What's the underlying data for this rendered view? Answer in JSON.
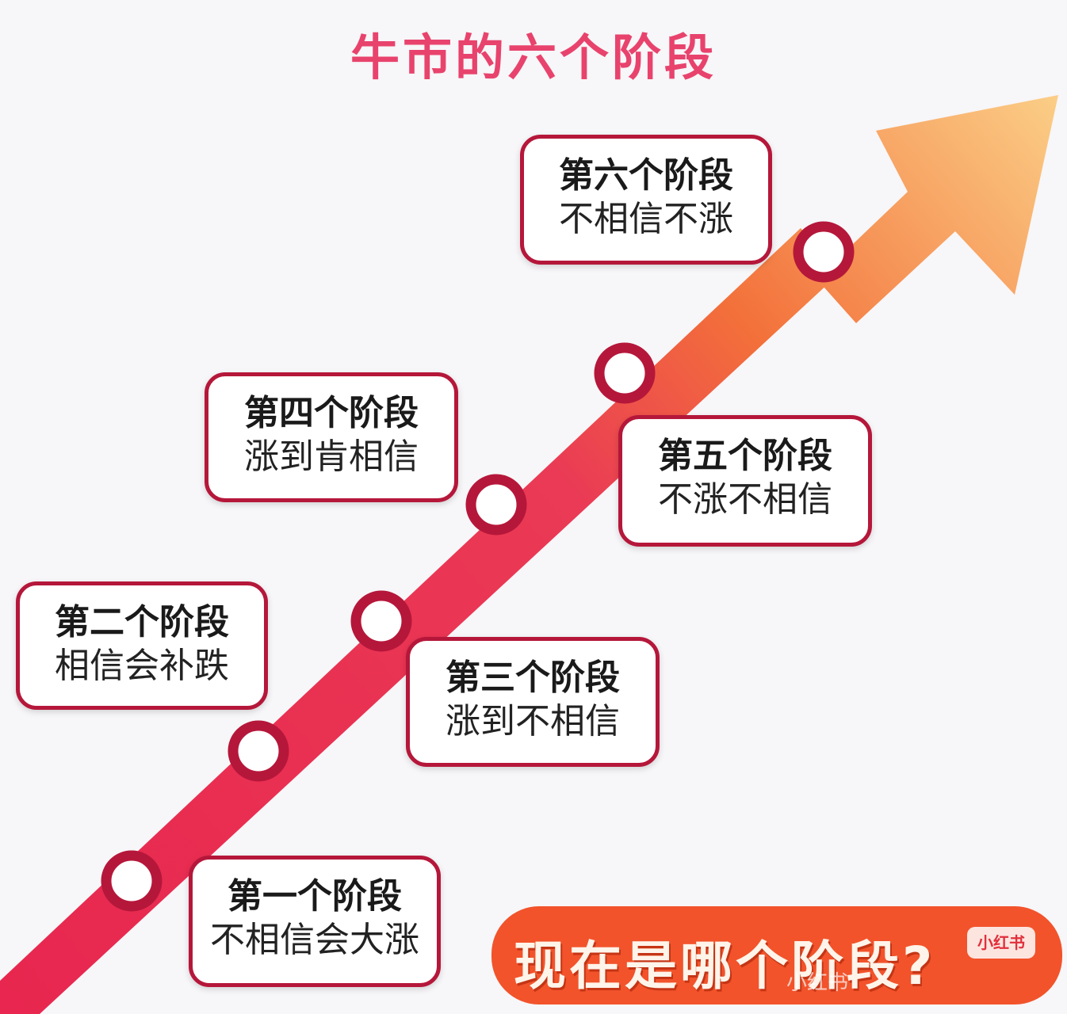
{
  "title": "牛市的六个阶段",
  "stages": [
    {
      "name": "第一个阶段",
      "desc": "不相信会大涨"
    },
    {
      "name": "第二个阶段",
      "desc": "相信会补跌"
    },
    {
      "name": "第三个阶段",
      "desc": "涨到不相信"
    },
    {
      "name": "第四个阶段",
      "desc": "涨到肯相信"
    },
    {
      "name": "第五个阶段",
      "desc": "不涨不相信"
    },
    {
      "name": "第六个阶段",
      "desc": "不相信不涨"
    }
  ],
  "banner": {
    "text": "现在是哪个阶段?"
  },
  "watermark": {
    "logo": "小红书",
    "text": "小红书"
  },
  "colors": {
    "title": "#e8436d",
    "arrow_start": "#e8264f",
    "arrow_end": "#fbd088",
    "node_ring": "#b5173a",
    "banner": "#f2532b"
  }
}
